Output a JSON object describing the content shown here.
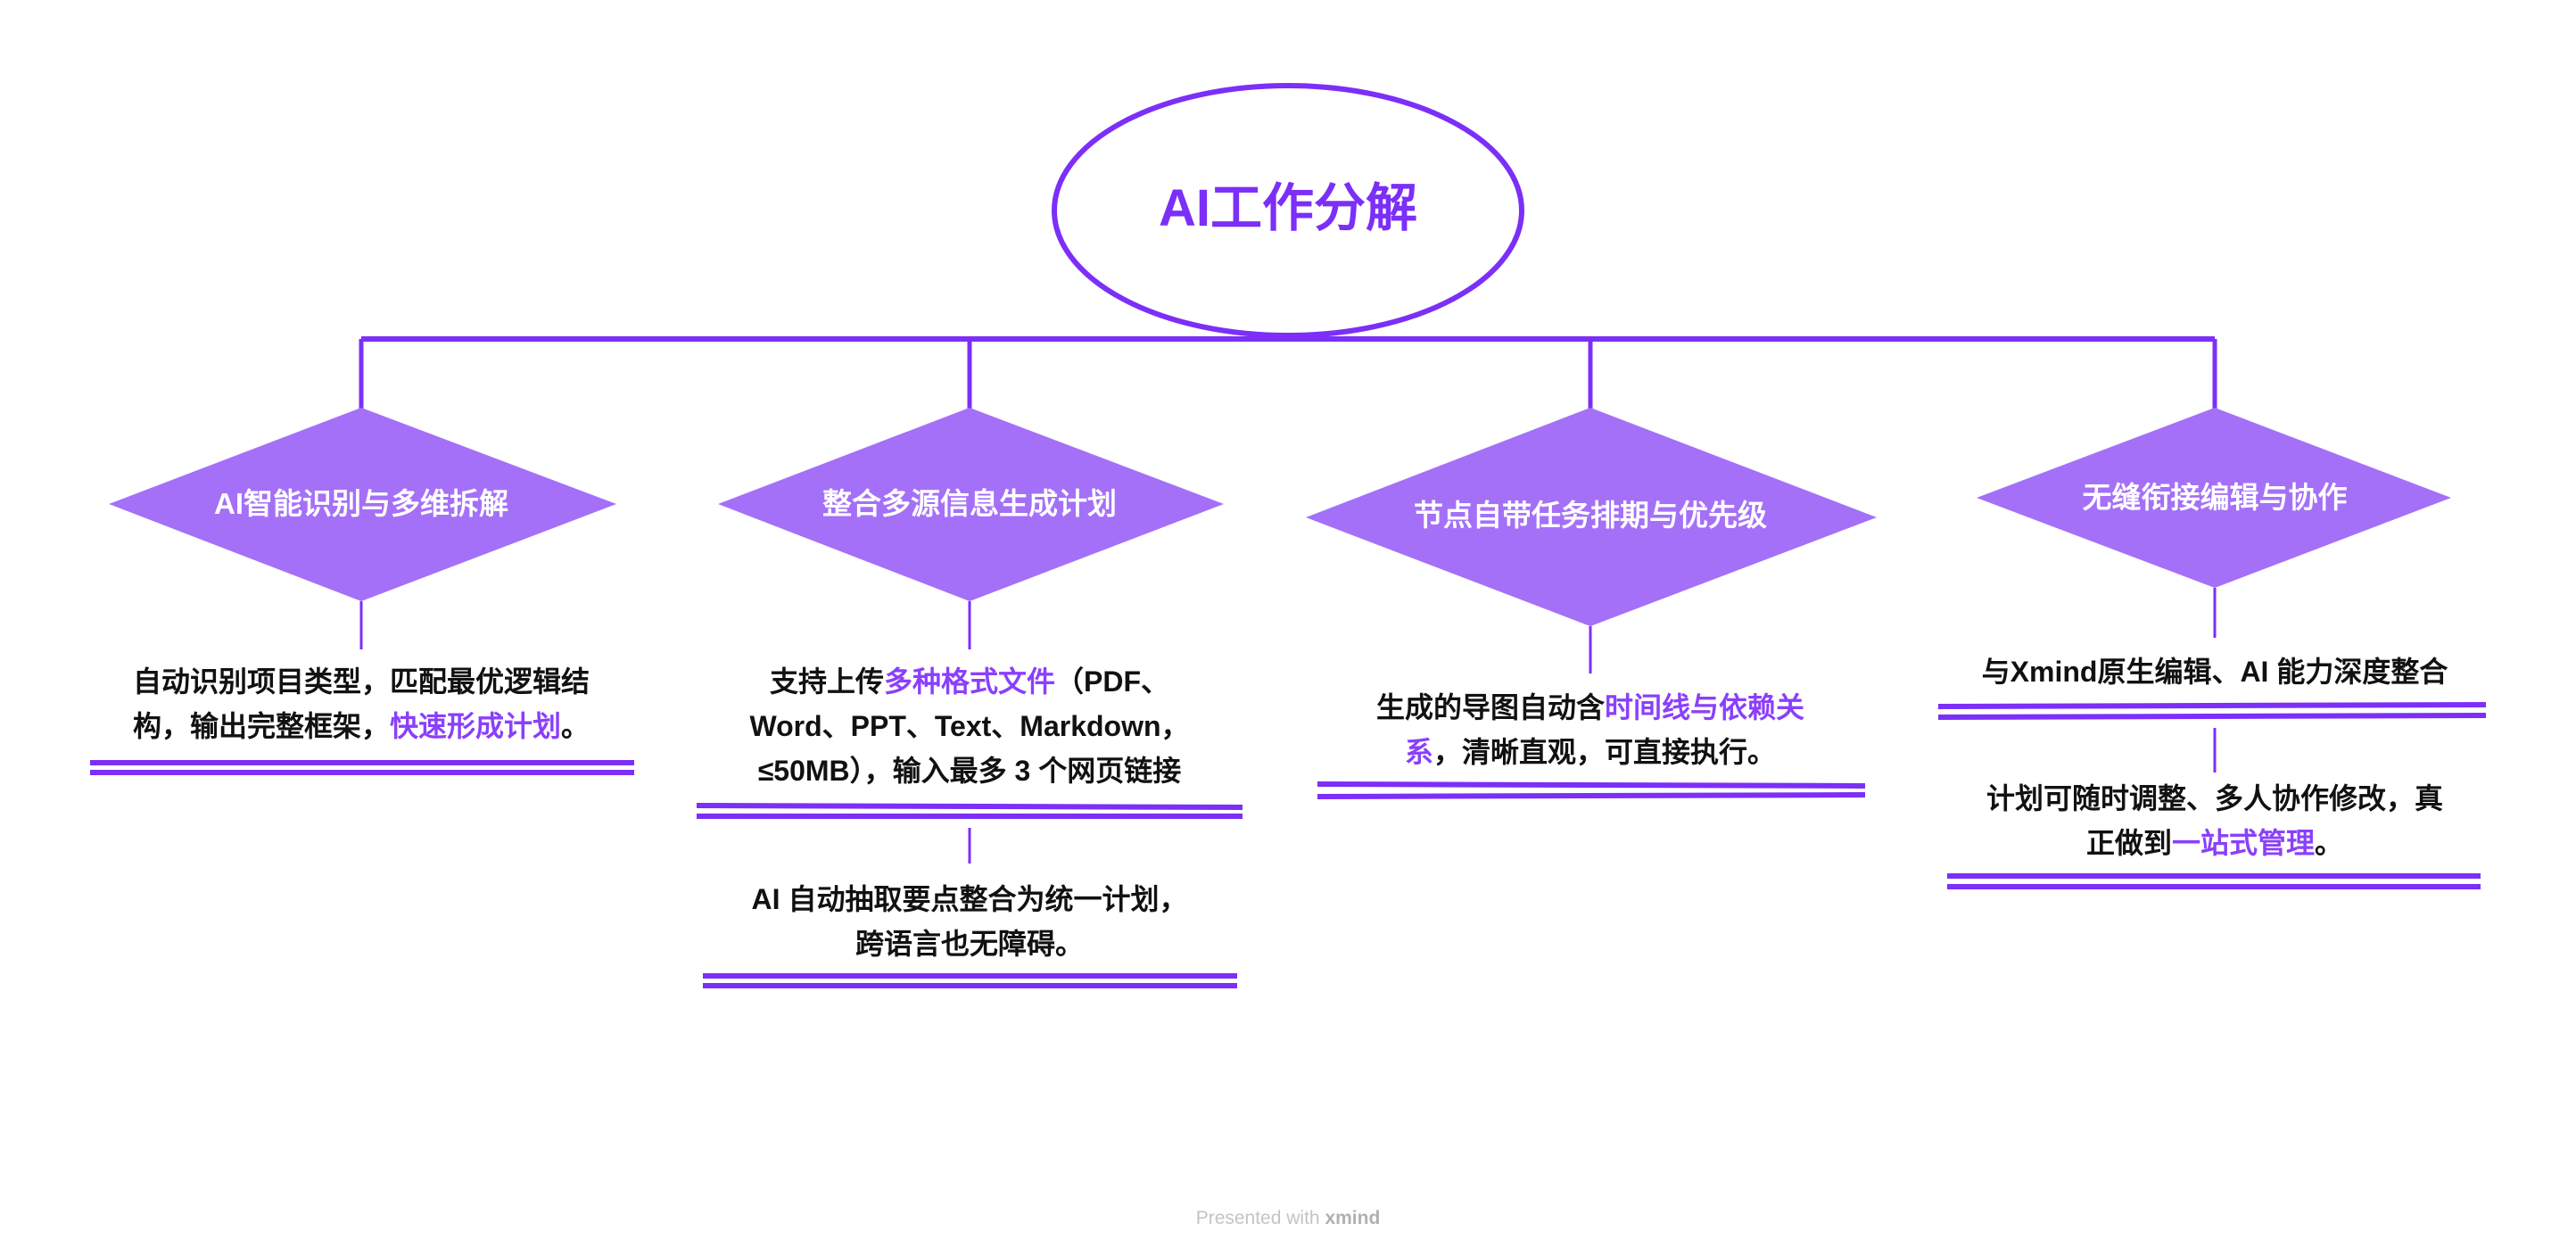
{
  "root": {
    "title": "AI工作分解"
  },
  "colors": {
    "line": "#7b2ff7",
    "diamond": "#a470f8",
    "highlight": "#8a3ffc",
    "text": "#111111"
  },
  "nodes": [
    {
      "title": "AI智能识别与多维拆解",
      "notes": [
        {
          "lines": [
            [
              {
                "t": "自动识别项目类型，匹配最优逻辑结"
              }
            ],
            [
              {
                "t": "构，输出完整框架，"
              },
              {
                "t": "快速形成计划",
                "hl": true
              },
              {
                "t": "。"
              }
            ]
          ]
        }
      ]
    },
    {
      "title": "整合多源信息生成计划",
      "notes": [
        {
          "lines": [
            [
              {
                "t": "支持上传"
              },
              {
                "t": "多种格式文件",
                "hl": true
              },
              {
                "t": "（PDF、"
              }
            ],
            [
              {
                "t": "Word、PPT、Text、Markdown，"
              }
            ],
            [
              {
                "t": "≤50MB），输入最多 3 个网页链接"
              }
            ]
          ]
        },
        {
          "lines": [
            [
              {
                "t": "AI 自动抽取要点整合为统一计划，"
              }
            ],
            [
              {
                "t": "跨语言也无障碍。"
              }
            ]
          ]
        }
      ]
    },
    {
      "title": "节点自带任务排期与优先级",
      "notes": [
        {
          "lines": [
            [
              {
                "t": "生成的导图自动含"
              },
              {
                "t": "时间线与依赖关",
                "hl": true
              }
            ],
            [
              {
                "t": "系",
                "hl": true
              },
              {
                "t": "，清晰直观，可直接执行。"
              }
            ]
          ]
        }
      ]
    },
    {
      "title": "无缝衔接编辑与协作",
      "notes": [
        {
          "lines": [
            [
              {
                "t": "与Xmind原生编辑、AI 能力深度整合"
              }
            ]
          ]
        },
        {
          "lines": [
            [
              {
                "t": "计划可随时调整、多人协作修改，真"
              }
            ],
            [
              {
                "t": "正做到"
              },
              {
                "t": "一站式管理",
                "hl": true
              },
              {
                "t": "。"
              }
            ]
          ]
        }
      ]
    }
  ],
  "footer": {
    "prefix": "Presented with",
    "brand": "xmind"
  }
}
